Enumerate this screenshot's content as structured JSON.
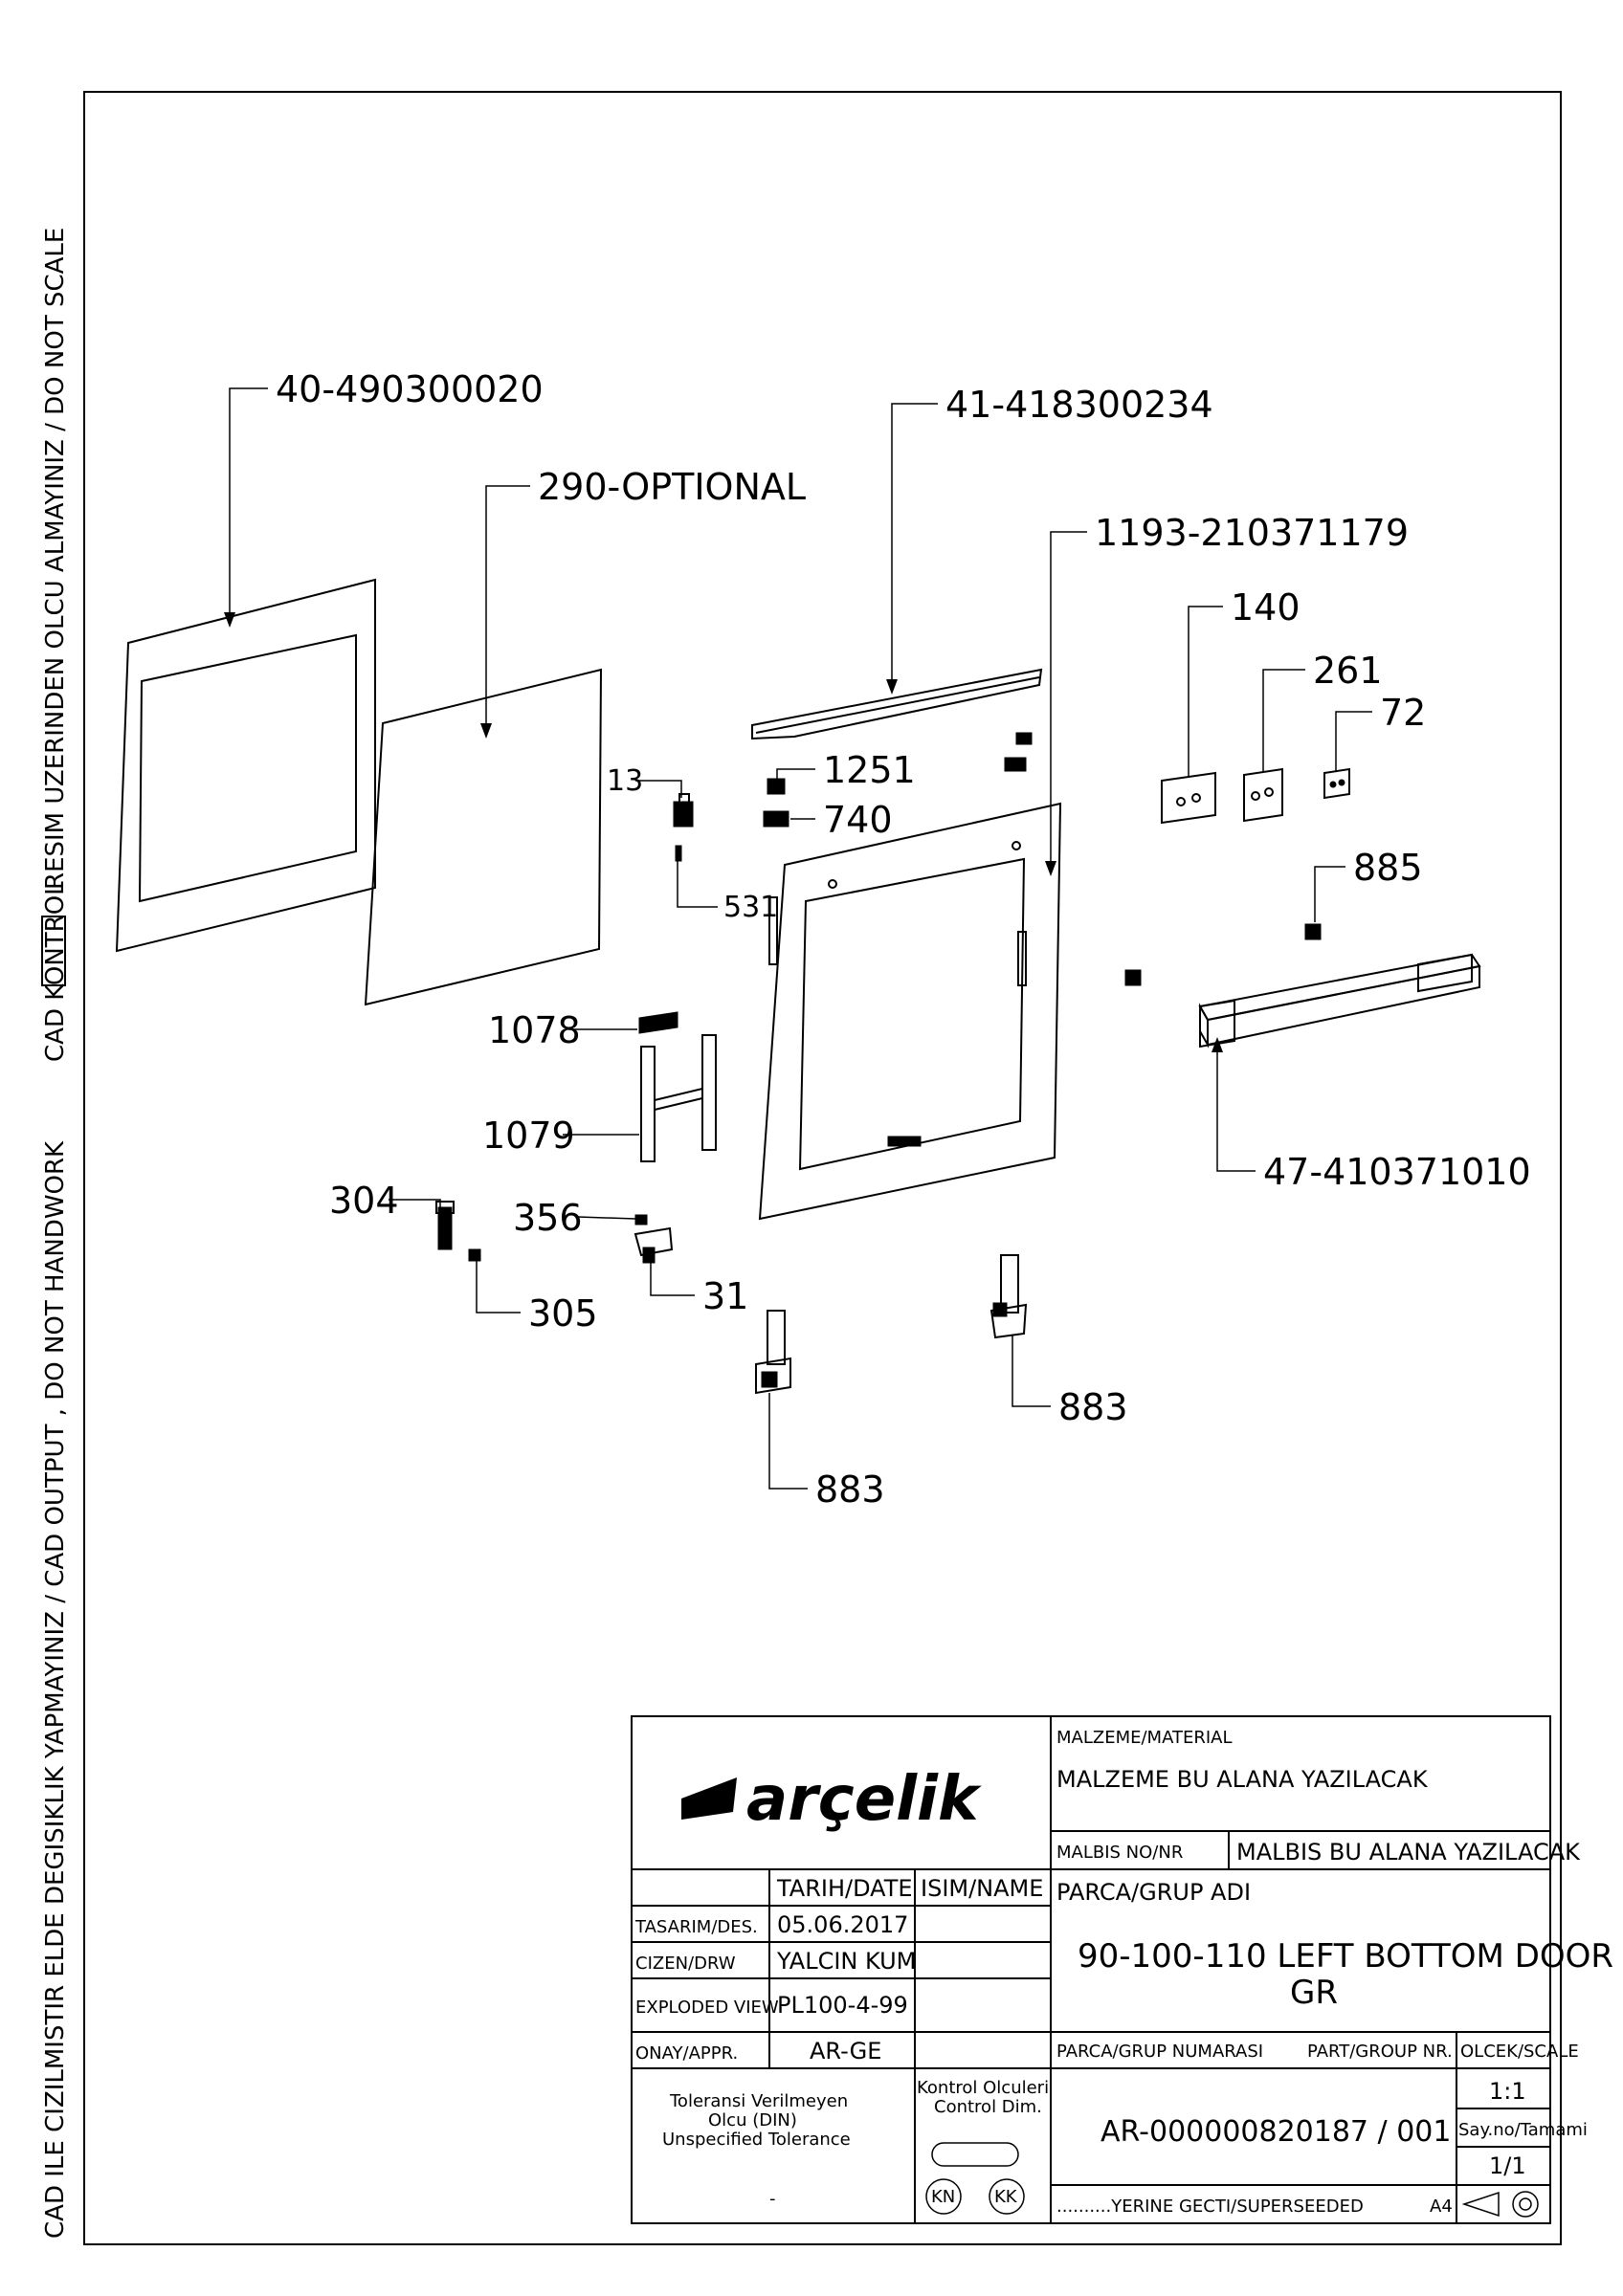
{
  "side_notes": {
    "left_top": "CAD KONTROL",
    "left_middle": "RESIM UZERINDEN OLCU ALMAYINIZ / DO NOT SCALE",
    "left_bottom": "CAD ILE CIZILMISTIR ELDE DEGISIKLIK YAPMAYINIZ / CAD OUTPUT , DO NOT HANDWORK"
  },
  "callouts": {
    "c40": "40-490300020",
    "c290": "290-OPTIONAL",
    "c41": "41-418300234",
    "c1193": "1193-210371179",
    "c140": "140",
    "c261": "261",
    "c72": "72",
    "c13": "13",
    "c1251": "1251",
    "c740": "740",
    "c531": "531",
    "c885": "885",
    "c1078": "1078",
    "c1079": "1079",
    "c47": "47-410371010",
    "c304": "304",
    "c356": "356",
    "c305": "305",
    "c31": "31",
    "c883a": "883",
    "c883b": "883"
  },
  "title_block": {
    "logo_text": "arçelik",
    "material_label": "MALZEME/MATERIAL",
    "material_value": "MALZEME BU ALANA YAZILACAK",
    "malbis_label": "MALBIS NO/NR",
    "malbis_value": "MALBIS BU ALANA YAZILACAK",
    "col_date": "TARIH/DATE",
    "col_name": "ISIM/NAME",
    "rows": [
      {
        "role": "TASARIM/DES.",
        "value": "05.06.2017"
      },
      {
        "role": "CIZEN/DRW",
        "value": "YALCIN KUM"
      },
      {
        "role": "EXPLODED VIEW",
        "value": "PL100-4-99"
      },
      {
        "role": "ONAY/APPR.",
        "value": "AR-GE"
      }
    ],
    "part_group_label": "PARCA/GRUP ADI",
    "part_group_name_1": "90-100-110 LEFT BOTTOM DOOR",
    "part_group_name_2": "GR",
    "part_number_label_tr": "PARCA/GRUP NUMARASI",
    "part_number_label_en": "PART/GROUP NR.",
    "scale_label": "OLCEK/SCALE",
    "scale_value": "1:1",
    "sheet_label": "Say.no/Tamami",
    "sheet_value": "1/1",
    "tolerance_1": "Toleransi Verilmeyen",
    "tolerance_2": "Olcu (DIN)",
    "tolerance_3": "Unspecified Tolerance",
    "tolerance_dash": "-",
    "control_1": "Kontrol Olculeri",
    "control_2": "Control Dim.",
    "kn": "KN",
    "kk": "KK",
    "part_number": "AR-000000820187 / 001",
    "superseded": "..........YERINE GECTI/SUPERSEEDED",
    "paper_size": "A4"
  }
}
